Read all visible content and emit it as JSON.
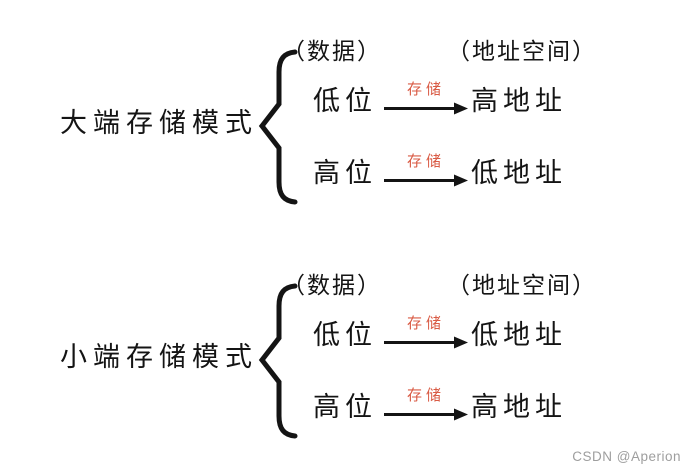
{
  "colors": {
    "background": "#ffffff",
    "ink": "#141414",
    "storage_label_red": "#d95b45",
    "watermark_gray": "#9e9e9e"
  },
  "watermark": {
    "text": "CSDN @Aperion"
  },
  "sections": [
    {
      "label": "大端存储模式",
      "data_header": "（数据）",
      "address_header": "（地址空间）",
      "rows": [
        {
          "source": "低位",
          "arrow_label": "存储",
          "target": "高地址"
        },
        {
          "source": "高位",
          "arrow_label": "存储",
          "target": "低地址"
        }
      ]
    },
    {
      "label": "小端存储模式",
      "data_header": "（数据）",
      "address_header": "（地址空间）",
      "rows": [
        {
          "source": "低位",
          "arrow_label": "存储",
          "target": "低地址"
        },
        {
          "source": "高位",
          "arrow_label": "存储",
          "target": "高地址"
        }
      ]
    }
  ]
}
